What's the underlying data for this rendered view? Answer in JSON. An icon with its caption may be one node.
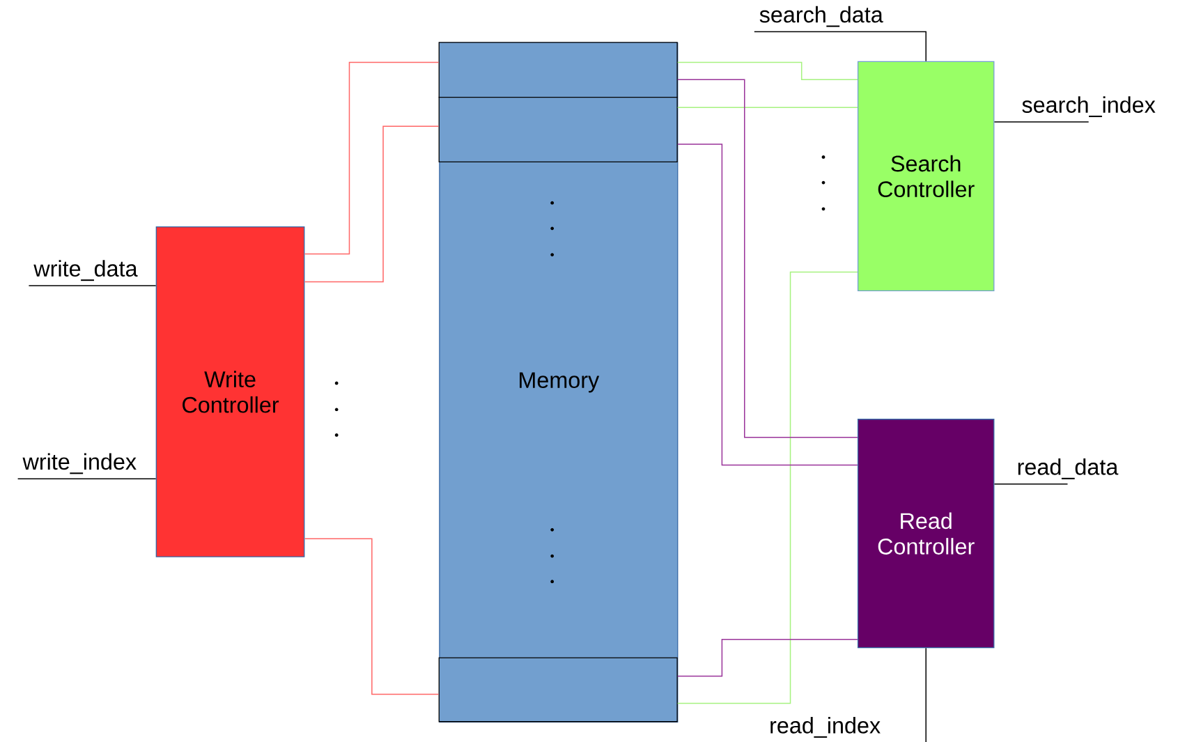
{
  "diagram": {
    "nodes": [
      {
        "text": [
          "Memory"
        ]
      },
      {
        "text": [],
        "shape": "box",
        "in": 0
      },
      {
        "text": [],
        "shape": "box",
        "in": 0
      },
      {
        "text": [],
        "shape": "box",
        "in": 0
      },
      {
        "text": [
          "Search Controller"
        ]
      },
      {
        "text": [
          "Write Controller"
        ]
      },
      {
        "text": [
          "Read Controller"
        ]
      },
      {
        "text": [
          "search_data"
        ]
      },
      {
        "text": [
          "search_index"
        ]
      },
      {
        "text": [
          "write_data"
        ]
      },
      {
        "text": [
          "write_index"
        ]
      },
      {
        "text": [
          "read_data"
        ]
      },
      {
        "text": [
          "read_index"
        ]
      }
    ],
    "edges": [
      {
        "from": 5,
        "to": 1,
        "arrow": "none",
        "color": "#ff6666"
      },
      {
        "from": 5,
        "to": 2,
        "arrow": "none",
        "color": "#ff6666"
      },
      {
        "from": 5,
        "to": 3,
        "arrow": "none",
        "color": "#ff6666"
      },
      {
        "from": 1,
        "to": 4,
        "arrow": "none",
        "color": "#a6f27f"
      },
      {
        "from": 2,
        "to": 4,
        "arrow": "none",
        "color": "#a6f27f"
      },
      {
        "from": 3,
        "to": 4,
        "arrow": "none",
        "color": "#a6f27f"
      },
      {
        "from": 1,
        "to": 6,
        "arrow": "none",
        "color": "#993399"
      },
      {
        "from": 2,
        "to": 6,
        "arrow": "none",
        "color": "#993399"
      },
      {
        "from": 3,
        "to": 6,
        "arrow": "none",
        "color": "#993399"
      },
      {
        "from": 7,
        "to": 4,
        "arrow": "none"
      },
      {
        "from": 8,
        "to": 4,
        "arrow": "none"
      },
      {
        "from": 9,
        "to": 5,
        "arrow": "none"
      },
      {
        "from": 10,
        "to": 5,
        "arrow": "none"
      },
      {
        "from": 11,
        "to": 6,
        "arrow": "none"
      },
      {
        "from": 12,
        "to": 6,
        "arrow": "none"
      }
    ]
  }
}
